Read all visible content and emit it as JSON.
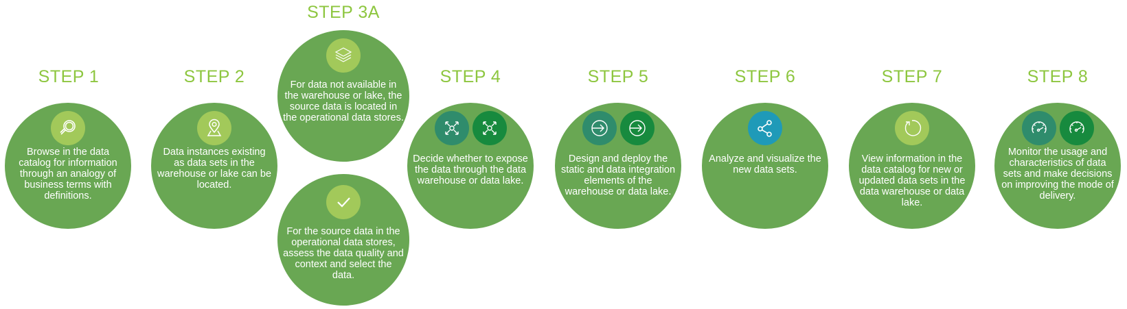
{
  "colors": {
    "label": "#8dc63f",
    "circle": "#69a753",
    "icon_light": "#a2c95a",
    "icon_teal": "#2f8c6c",
    "icon_dark": "#178a3e",
    "icon_blue": "#1f9ab8"
  },
  "steps": [
    {
      "id": "1",
      "label": "STEP 1",
      "icons": [
        "search-icon"
      ],
      "text": "Browse in the data catalog for information through an analogy of business terms with definitions."
    },
    {
      "id": "2",
      "label": "STEP 2",
      "icons": [
        "map-pin-icon"
      ],
      "text": "Data instances existing as data sets in the warehouse or lake can be located."
    },
    {
      "id": "3a",
      "label": "STEP 3A",
      "icons": [
        "layers-icon"
      ],
      "text": "For data not available in the warehouse or lake, the source data is located in the operational data stores."
    },
    {
      "id": "3b",
      "label": "",
      "icons": [
        "checkmark-icon"
      ],
      "text": "For the source data in the operational data stores, assess the data quality and context and select the data."
    },
    {
      "id": "4",
      "label": "STEP 4",
      "icons": [
        "expand-icon",
        "expand-icon"
      ],
      "text": "Decide whether to expose the data through the data warehouse or data lake."
    },
    {
      "id": "5",
      "label": "STEP 5",
      "icons": [
        "arrow-circle-right-icon",
        "arrow-circle-right-icon"
      ],
      "text": "Design and deploy the static and data integration elements of the warehouse or data lake."
    },
    {
      "id": "6",
      "label": "STEP 6",
      "icons": [
        "share-icon"
      ],
      "text": "Analyze and visualize the new data sets."
    },
    {
      "id": "7",
      "label": "STEP 7",
      "icons": [
        "refresh-icon"
      ],
      "text": "View information in the data catalog for new or updated data sets in the data warehouse or data lake."
    },
    {
      "id": "8",
      "label": "STEP 8",
      "icons": [
        "speedometer-icon",
        "speedometer-icon"
      ],
      "text": "Monitor the usage and characteristics of data sets and make decisions on improving the mode of delivery."
    }
  ]
}
